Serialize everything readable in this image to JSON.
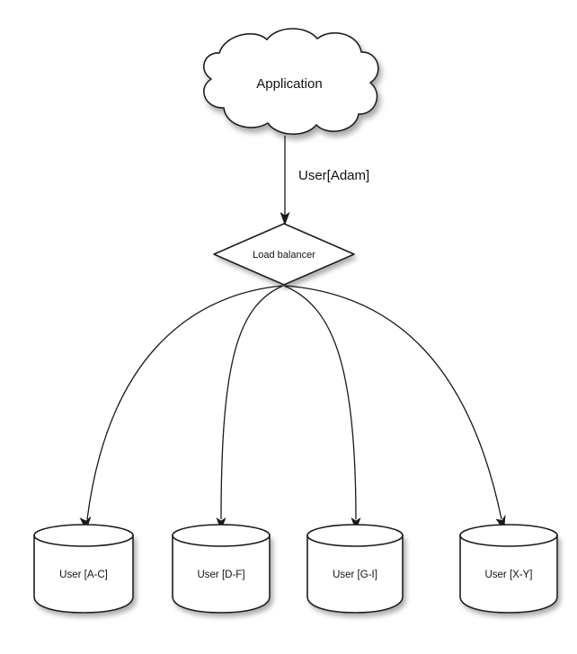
{
  "diagram": {
    "title_node": {
      "id": "application-cloud",
      "shape": "cloud",
      "label": "Application"
    },
    "balancer_node": {
      "id": "load-balancer",
      "shape": "diamond",
      "label": "Load balancer"
    },
    "main_edge": {
      "label": "User[Adam]",
      "from": "Application",
      "to": "Load balancer"
    },
    "databases": [
      {
        "id": "db-a-c",
        "label": "User [A-C]",
        "shape": "cylinder"
      },
      {
        "id": "db-d-f",
        "label": "User [D-F]",
        "shape": "cylinder"
      },
      {
        "id": "db-g-i",
        "label": "User [G-I]",
        "shape": "cylinder"
      },
      {
        "id": "db-x-y",
        "label": "User [X-Y]",
        "shape": "cylinder"
      }
    ],
    "colors": {
      "stroke": "#1a1a1a",
      "fill": "#ffffff",
      "text": "#111111",
      "background": "#ffffff",
      "shadow": "#b0b0b0"
    }
  }
}
